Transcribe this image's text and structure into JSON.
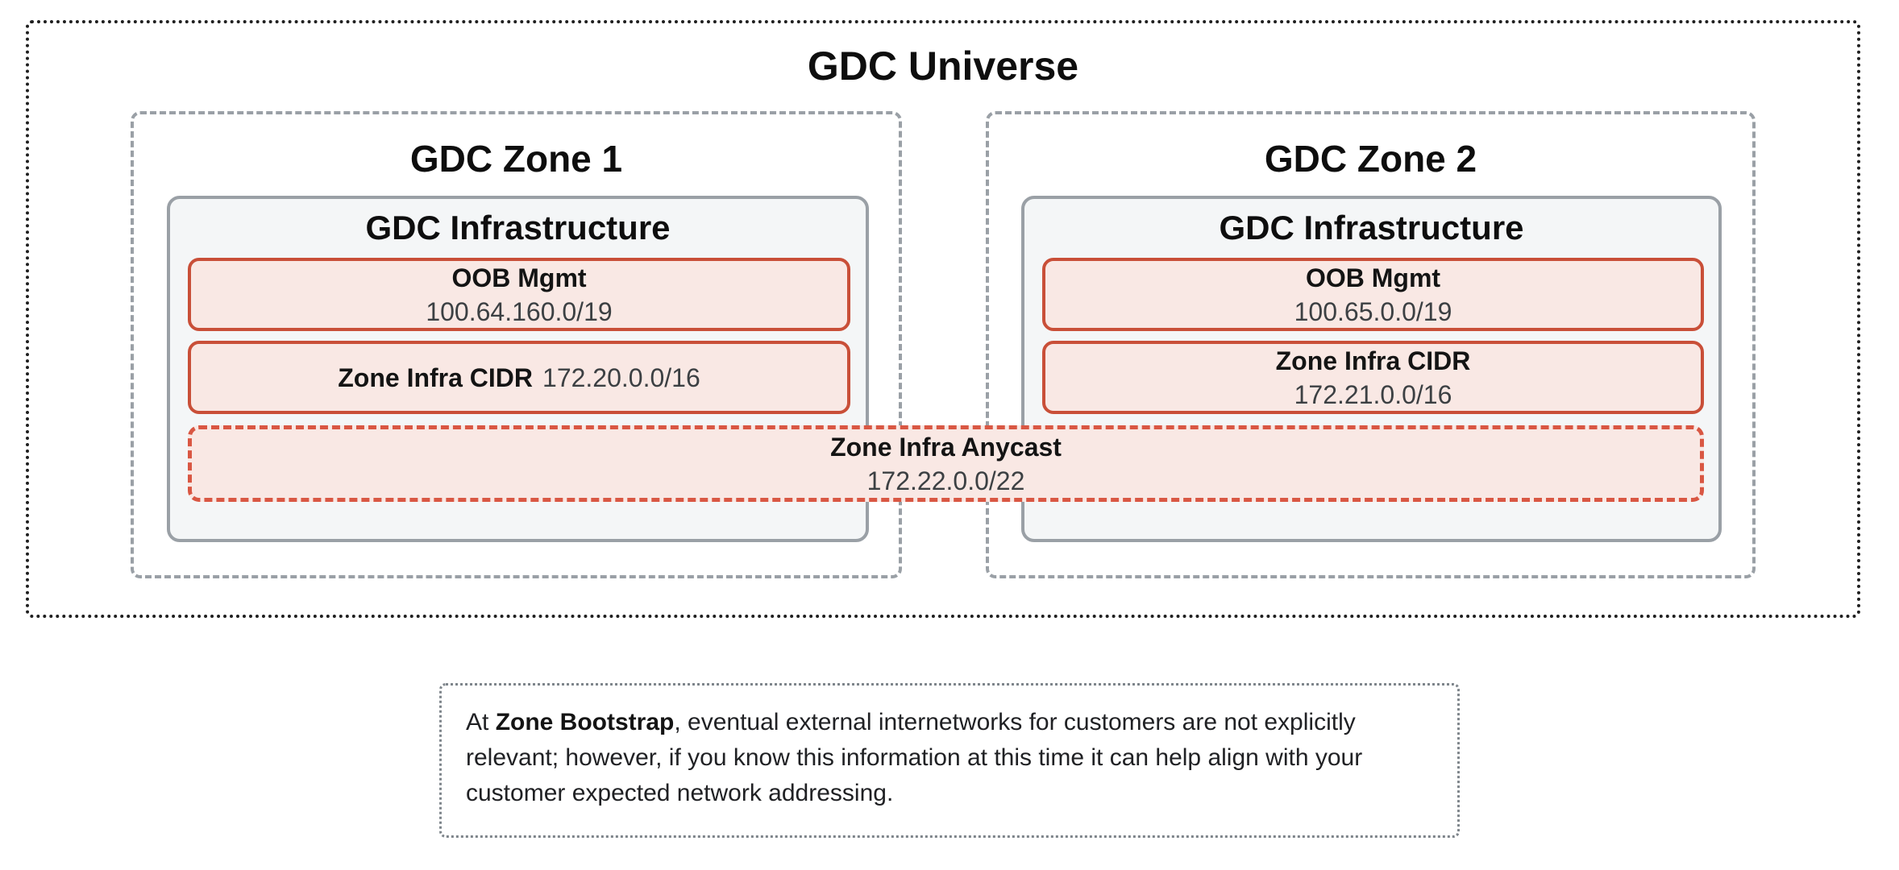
{
  "diagram": {
    "universe": {
      "title": "GDC Universe"
    },
    "zones": [
      {
        "title": "GDC Zone 1",
        "infrastructure": {
          "title": "GDC Infrastructure",
          "oob": {
            "label": "OOB Mgmt",
            "cidr": "100.64.160.0/19"
          },
          "zone_cidr": {
            "label": "Zone Infra CIDR",
            "cidr": "172.20.0.0/16"
          }
        }
      },
      {
        "title": "GDC Zone 2",
        "infrastructure": {
          "title": "GDC Infrastructure",
          "oob": {
            "label": "OOB Mgmt",
            "cidr": "100.65.0.0/19"
          },
          "zone_cidr": {
            "label": "Zone Infra CIDR",
            "cidr": "172.21.0.0/16"
          }
        }
      }
    ],
    "anycast": {
      "label": "Zone Infra Anycast",
      "cidr": "172.22.0.0/22"
    }
  },
  "note": {
    "prefix": "At ",
    "bold": "Zone Bootstrap",
    "rest": ", eventual external internetworks for customers are not explicitly relevant; however, if you know this information at this time it can help align with your customer expected network addressing."
  },
  "colors": {
    "red_border": "#C94F38",
    "red_dashed_border": "#D95743",
    "red_fill": "#F9E8E4",
    "gray_border": "#9AA0A6",
    "infra_fill": "#F4F6F7",
    "outer_dotted_border": "#1F1F1F",
    "note_dotted_border": "#7E858B",
    "text_primary": "#141414",
    "text_secondary": "#3C4043"
  }
}
